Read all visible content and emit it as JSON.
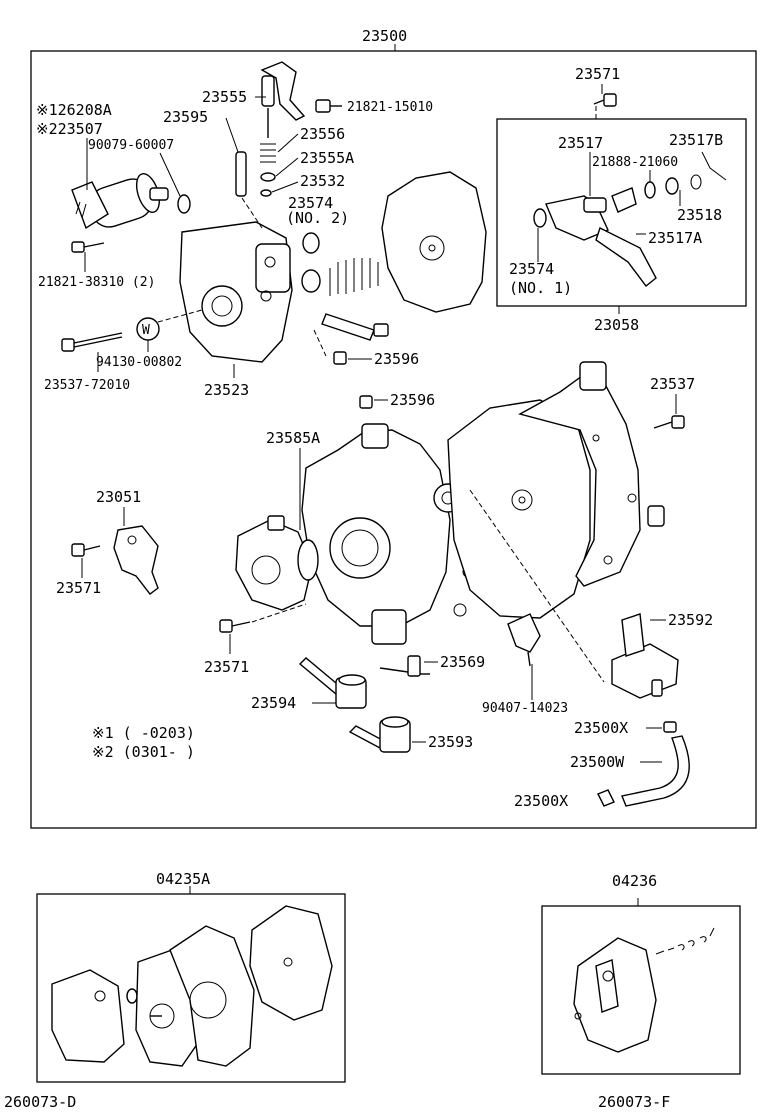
{
  "assembly": {
    "main_number": "23500",
    "notes": {
      "note1_ref": "※126208A",
      "note2_ref": "※223507",
      "note1_range": "※1 (      -0203)",
      "note2_range": "※2 (0301-        )"
    },
    "callouts": {
      "c23555": "23555",
      "c21821_15010": "21821-15010",
      "c23595": "23595",
      "c23556": "23556",
      "c90079": "90079-60007",
      "c23555A": "23555A",
      "c23532": "23532",
      "c23574": "23574",
      "c23574_no2": "(NO. 2)",
      "c21821_38310": "21821-38310 (2)",
      "c94130": "94130-00802",
      "c23537_72010": "23537-72010",
      "c23523": "23523",
      "c23596a": "23596",
      "c23596b": "23596",
      "c23585A": "23585A",
      "c23537": "23537",
      "c23051": "23051",
      "c23571a": "23571",
      "c23571b": "23571",
      "c23571c": "23571",
      "c23592": "23592",
      "c23569": "23569",
      "c23594": "23594",
      "c90407": "90407-14023",
      "c23593": "23593",
      "c23500X_a": "23500X",
      "c23500W": "23500W",
      "c23500X_b": "23500X",
      "w_mark": "W"
    },
    "subassembly_23058": {
      "number": "23058",
      "c23517": "23517",
      "c23517B": "23517B",
      "c21888": "21888-21060",
      "c23518": "23518",
      "c23517A": "23517A",
      "c23574": "23574",
      "c23574_no1": "(NO. 1)"
    }
  },
  "kits": {
    "kit_a": {
      "number": "04235A",
      "ref": "260073-D"
    },
    "kit_b": {
      "number": "04236",
      "ref": "260073-F"
    }
  }
}
